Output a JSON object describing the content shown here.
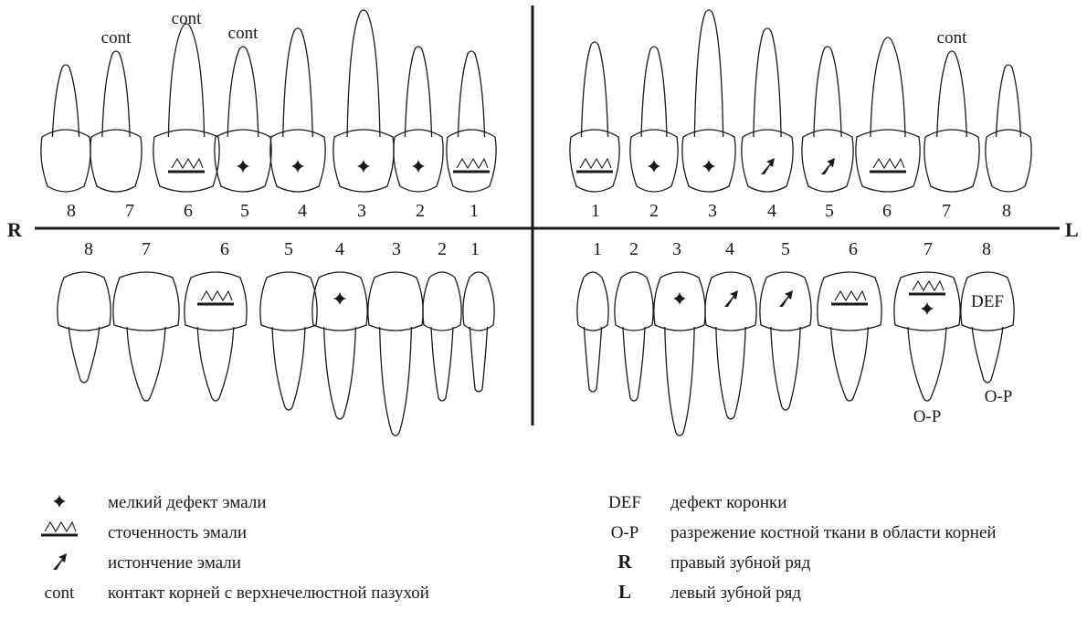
{
  "sides": {
    "right": "R",
    "left": "L"
  },
  "upper_right": [
    {
      "num": "8",
      "marks": [],
      "labels": []
    },
    {
      "num": "7",
      "marks": [],
      "labels": [
        "cont"
      ]
    },
    {
      "num": "6",
      "marks": [
        "abrasion"
      ],
      "labels": [
        "cont"
      ]
    },
    {
      "num": "5",
      "marks": [
        "small_defect"
      ],
      "labels": [
        "cont"
      ]
    },
    {
      "num": "4",
      "marks": [
        "small_defect"
      ],
      "labels": []
    },
    {
      "num": "3",
      "marks": [
        "small_defect"
      ],
      "labels": []
    },
    {
      "num": "2",
      "marks": [
        "small_defect"
      ],
      "labels": []
    },
    {
      "num": "1",
      "marks": [
        "abrasion"
      ],
      "labels": []
    }
  ],
  "upper_left": [
    {
      "num": "1",
      "marks": [
        "abrasion"
      ],
      "labels": []
    },
    {
      "num": "2",
      "marks": [
        "small_defect"
      ],
      "labels": []
    },
    {
      "num": "3",
      "marks": [
        "small_defect"
      ],
      "labels": []
    },
    {
      "num": "4",
      "marks": [
        "thinning"
      ],
      "labels": []
    },
    {
      "num": "5",
      "marks": [
        "thinning"
      ],
      "labels": []
    },
    {
      "num": "6",
      "marks": [
        "abrasion"
      ],
      "labels": []
    },
    {
      "num": "7",
      "marks": [],
      "labels": [
        "cont"
      ]
    },
    {
      "num": "8",
      "marks": [],
      "labels": []
    }
  ],
  "lower_right": [
    {
      "num": "8",
      "marks": [],
      "labels": []
    },
    {
      "num": "7",
      "marks": [],
      "labels": []
    },
    {
      "num": "6",
      "marks": [
        "abrasion"
      ],
      "labels": []
    },
    {
      "num": "5",
      "marks": [],
      "labels": []
    },
    {
      "num": "4",
      "marks": [
        "small_defect"
      ],
      "labels": []
    },
    {
      "num": "3",
      "marks": [],
      "labels": []
    },
    {
      "num": "2",
      "marks": [],
      "labels": []
    },
    {
      "num": "1",
      "marks": [],
      "labels": []
    }
  ],
  "lower_left": [
    {
      "num": "1",
      "marks": [],
      "labels": []
    },
    {
      "num": "2",
      "marks": [],
      "labels": []
    },
    {
      "num": "3",
      "marks": [
        "small_defect"
      ],
      "labels": []
    },
    {
      "num": "4",
      "marks": [
        "thinning"
      ],
      "labels": []
    },
    {
      "num": "5",
      "marks": [
        "thinning"
      ],
      "labels": []
    },
    {
      "num": "6",
      "marks": [
        "abrasion"
      ],
      "labels": []
    },
    {
      "num": "7",
      "marks": [
        "abrasion",
        "small_defect"
      ],
      "labels": [
        "O-P"
      ]
    },
    {
      "num": "8",
      "marks": [],
      "labels": [
        "DEF",
        "O-P"
      ]
    }
  ],
  "legend_left": [
    {
      "symbol": "small_defect",
      "text": "мелкий дефект эмали"
    },
    {
      "symbol": "abrasion",
      "text": "сточенность эмали"
    },
    {
      "symbol": "thinning",
      "text": "истончение эмали"
    },
    {
      "symbol": "cont",
      "text": "контакт корней с верхнечелюстной пазухой"
    }
  ],
  "legend_right": [
    {
      "symbol": "DEF",
      "text": "дефект коронки"
    },
    {
      "symbol": "O-P",
      "text": "разрежение костной ткани в области корней"
    },
    {
      "symbol": "R",
      "text": "правый зубной ряд"
    },
    {
      "symbol": "L",
      "text": "левый зубной ряд"
    }
  ]
}
